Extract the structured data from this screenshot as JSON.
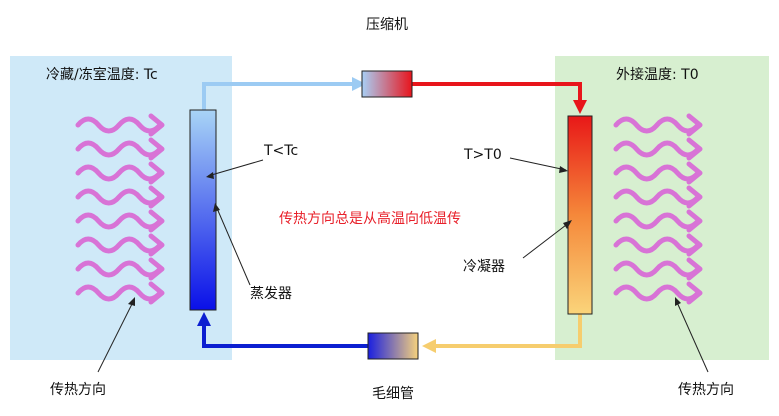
{
  "labels": {
    "cold_zone": "冷藏/冻室温度: Tc",
    "hot_zone": "外接温度:  T0",
    "compressor": "压缩机",
    "evaporator": "蒸发器",
    "condenser": "冷凝器",
    "capillary": "毛细管",
    "evap_temp": "T<Tc",
    "cond_temp": "T>T0",
    "principle": "传热方向总是从高温向低温传",
    "heat_dir_left": "传热方向",
    "heat_dir_right": "传热方向"
  },
  "colors": {
    "cold_zone_bg": "#cfe9f8",
    "hot_zone_bg": "#d7efd0",
    "wave": "#d873d6",
    "principle_text": "#e8202a",
    "hot_pipe": "#e8151b",
    "cold_pipe": "#0c1fd1",
    "warm_pipe": "#f6cd6e",
    "cool_pipe": "#9ccbf3"
  },
  "icons": {
    "wave_arrow": "wavy-heat-arrow-icon"
  }
}
